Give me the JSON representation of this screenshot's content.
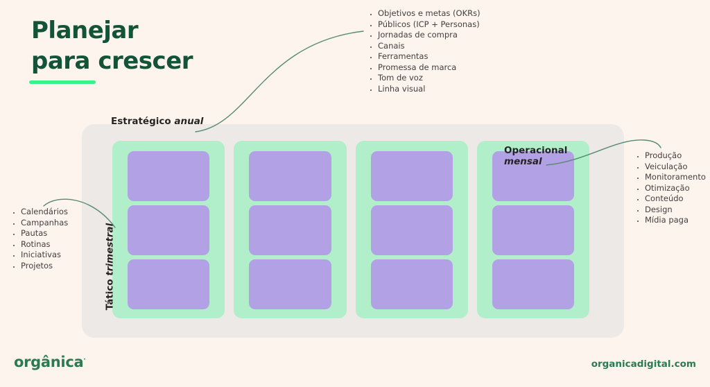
{
  "page": {
    "title_line1": "Planejar",
    "title_line2": "para crescer"
  },
  "strategic": {
    "label": "Estratégico",
    "qualifier": "anual",
    "items": [
      "Objetivos e metas (OKRs)",
      "Públicos (ICP + Personas)",
      "Jornadas de compra",
      "Canais",
      "Ferramentas",
      "Promessa de marca",
      "Tom de voz",
      "Linha visual"
    ]
  },
  "tactical": {
    "label": "Tático",
    "qualifier": "trimestral",
    "items": [
      "Calendários",
      "Campanhas",
      "Pautas",
      "Rotinas",
      "Iniciativas",
      "Projetos"
    ]
  },
  "operational": {
    "label": "Operacional",
    "qualifier": "mensal",
    "items": [
      "Produção",
      "Veiculação",
      "Monitoramento",
      "Otimização",
      "Conteúdo",
      "Design",
      "Mídia paga"
    ]
  },
  "board": {
    "columns": 4,
    "cards_per_column": 3
  },
  "footer": {
    "logo_text": "orgânica",
    "logo_mark": "·",
    "url": "organicadigital.com"
  },
  "colors": {
    "background": "#FDF4EE",
    "panel_gray": "#ECE9E6",
    "column_green": "#B1EECA",
    "card_purple": "#B3A1E6",
    "title_green": "#145436",
    "accent_green": "#35F588",
    "connector_green": "#568B72",
    "text_dark": "#433D3D",
    "heading_text": "#262323",
    "brand_green": "#2B7B51"
  }
}
